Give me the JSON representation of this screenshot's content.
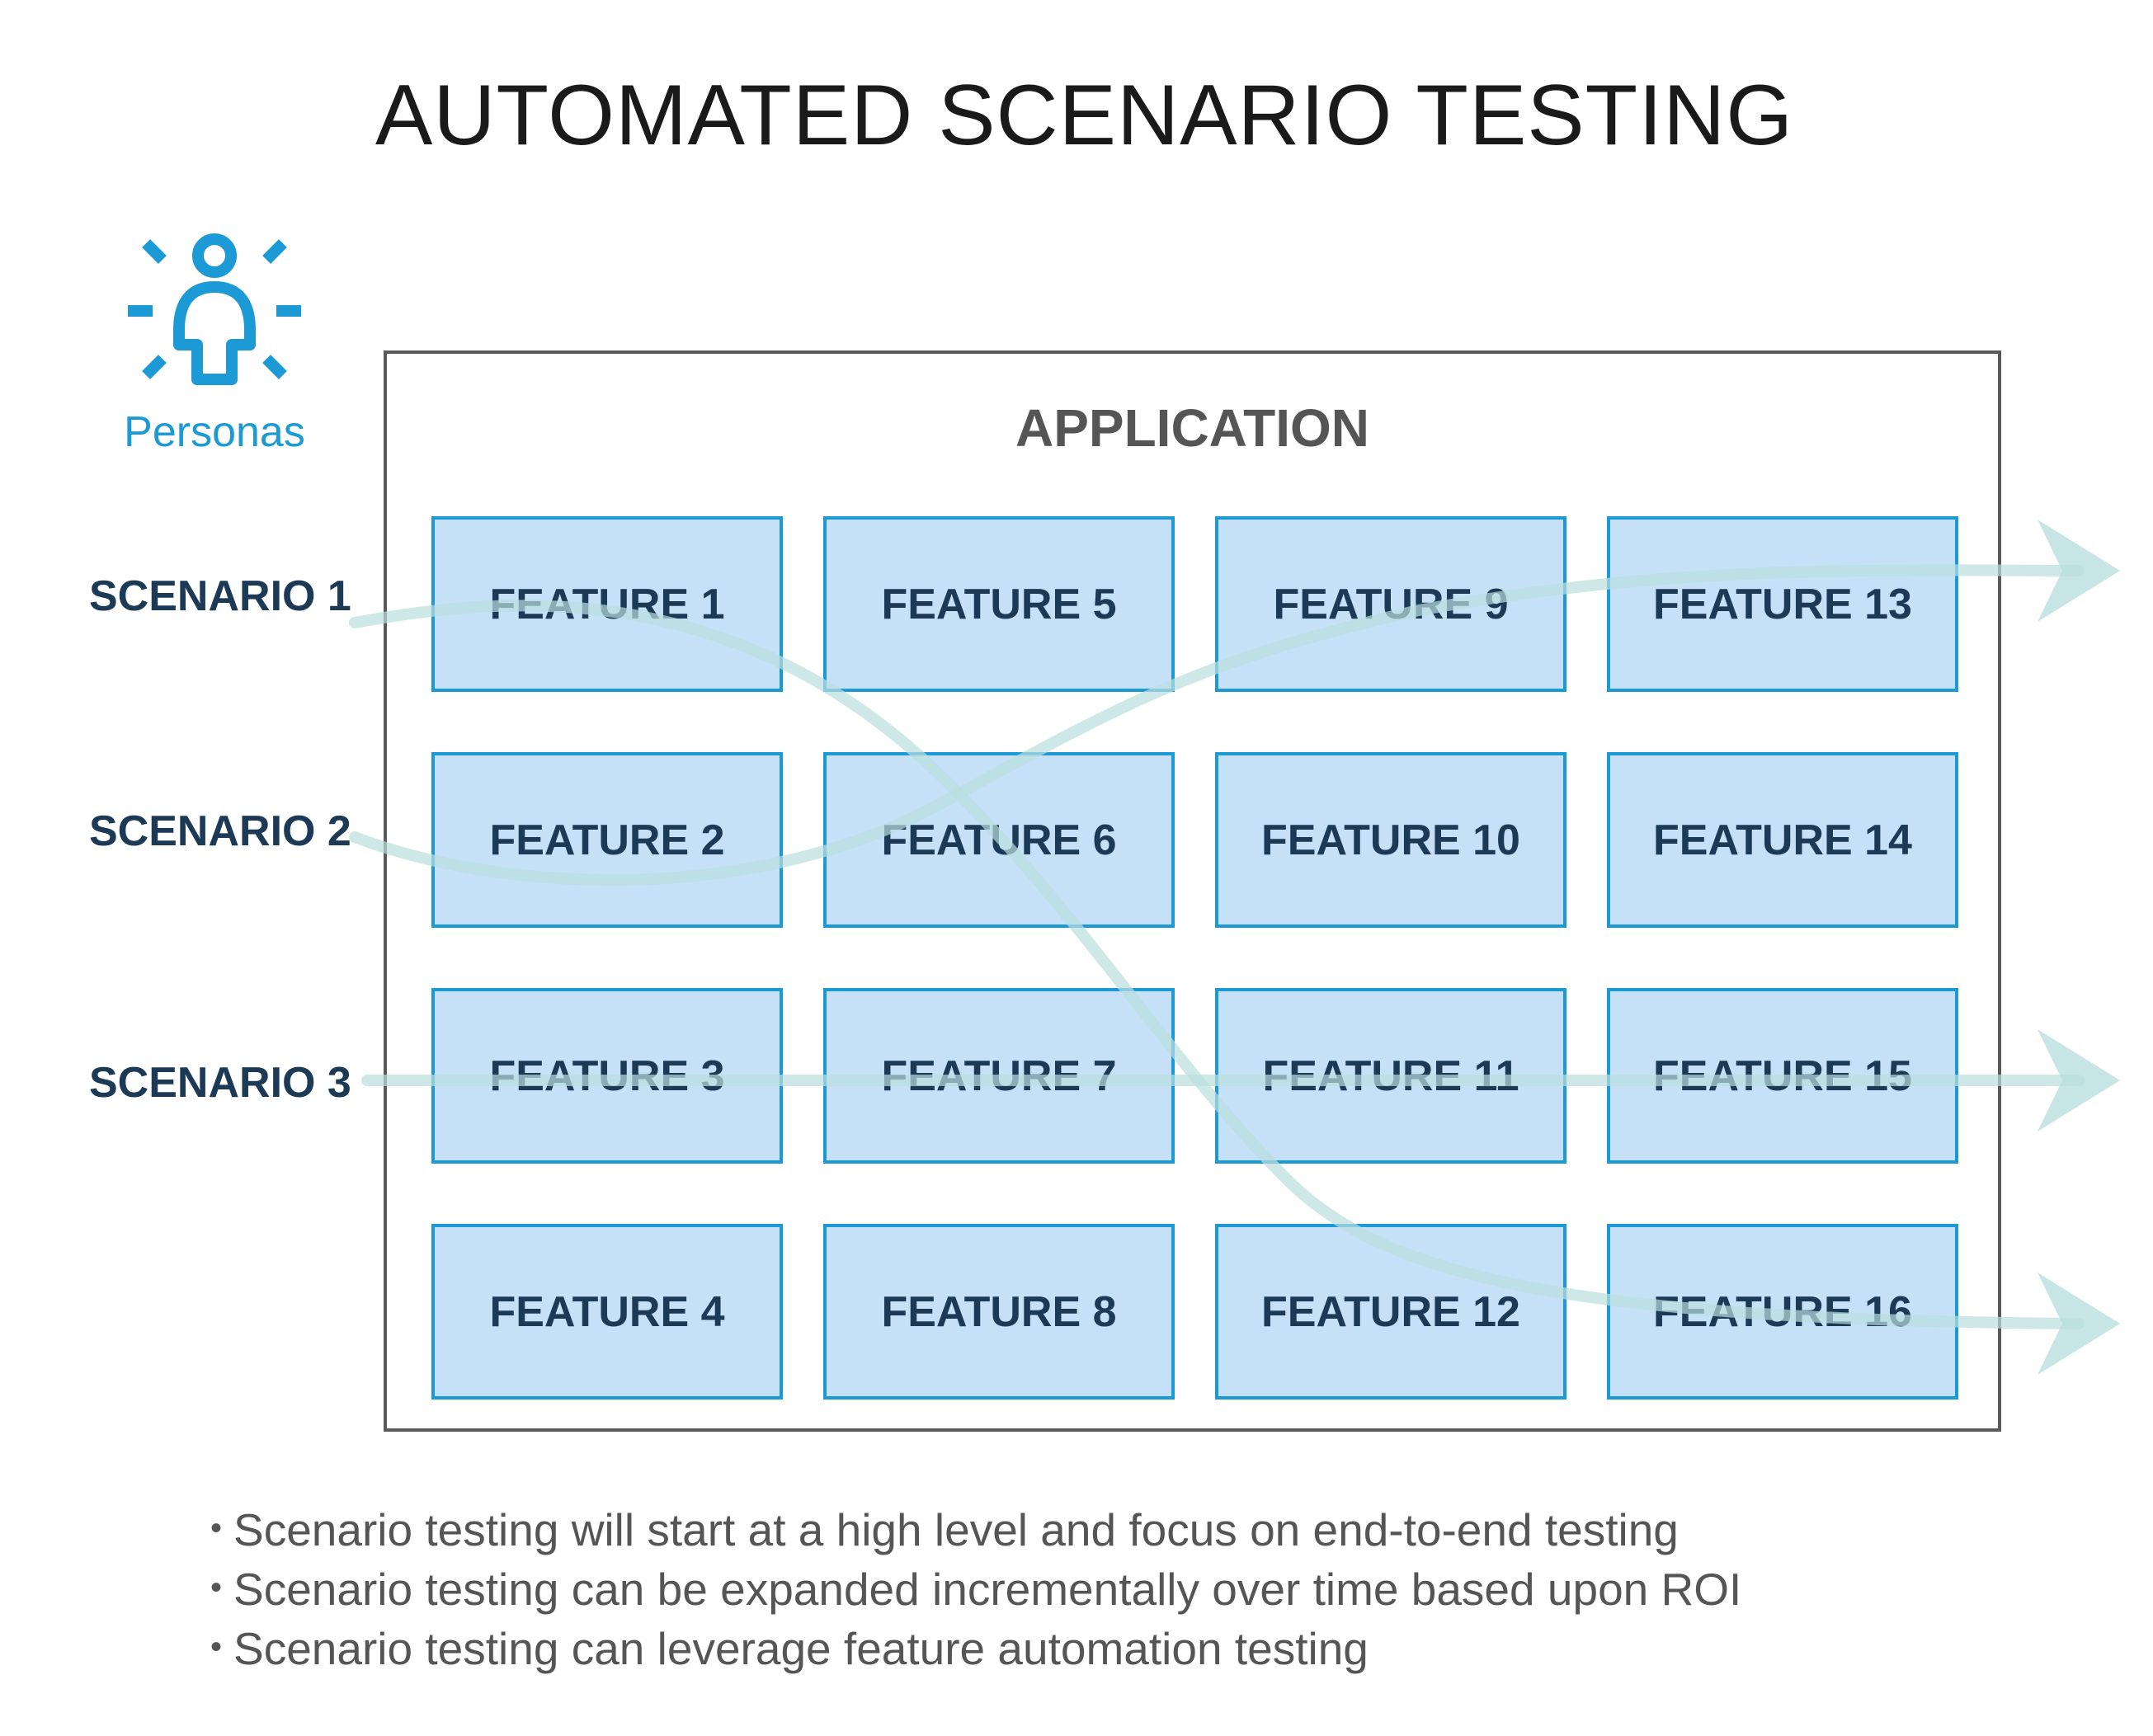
{
  "title": "AUTOMATED SCENARIO TESTING",
  "persona": {
    "icon": "persona-icon",
    "label": "Personas",
    "color": "#1b9ad6"
  },
  "application": {
    "title": "APPLICATION"
  },
  "features": [
    "FEATURE 1",
    "FEATURE 2",
    "FEATURE 3",
    "FEATURE 4",
    "FEATURE 5",
    "FEATURE 6",
    "FEATURE 7",
    "FEATURE 8",
    "FEATURE 9",
    "FEATURE 10",
    "FEATURE 11",
    "FEATURE 12",
    "FEATURE 13",
    "FEATURE 14",
    "FEATURE 15",
    "FEATURE 16"
  ],
  "scenarios": [
    "SCENARIO 1",
    "SCENARIO 2",
    "SCENARIO 3"
  ],
  "bullets": [
    "Scenario testing will start at a high level and focus on end-to-end testing",
    "Scenario testing can be expanded incrementally over time based upon ROI",
    "Scenario testing can leverage feature automation testing"
  ],
  "colors": {
    "feature_fill": "#c5e0f7",
    "feature_border": "#1b9ad6",
    "flow_arrow": "#b9dede",
    "text_dark": "#1c3a55"
  }
}
